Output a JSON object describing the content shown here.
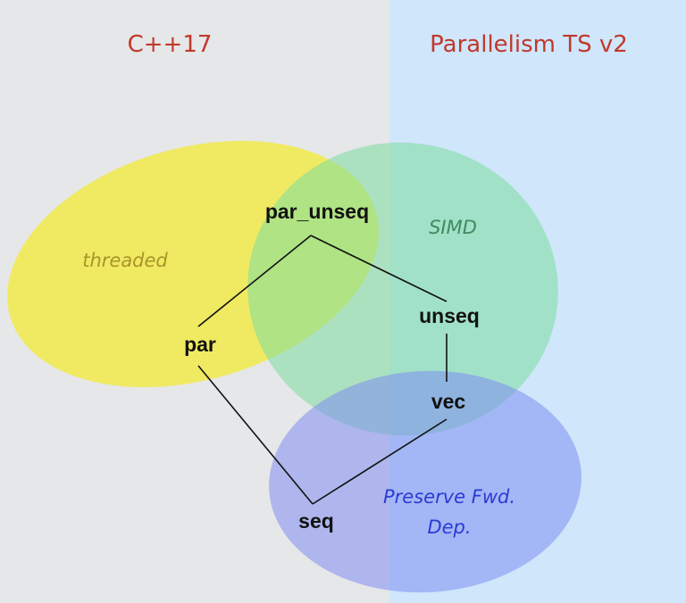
{
  "panels": {
    "left_title": "C++17",
    "right_title": "Parallelism TS v2"
  },
  "regions": {
    "threaded": "threaded",
    "simd": "SIMD",
    "preserve_line1": "Preserve Fwd.",
    "preserve_line2": "Dep."
  },
  "nodes": {
    "par_unseq": "par_unseq",
    "par": "par",
    "unseq": "unseq",
    "vec": "vec",
    "seq": "seq"
  },
  "colors": {
    "left_panel": "#e6e7e8",
    "right_panel": "#cfe6fb",
    "title": "#c0392b",
    "threaded_fill": "#f2ea3c",
    "threaded_text": "#a8942a",
    "simd_fill": "#7bdc9e",
    "simd_text": "#3e8a60",
    "preserve_fill": "#7f8ef0",
    "preserve_text": "#2b3bd6",
    "edge": "#111111"
  }
}
